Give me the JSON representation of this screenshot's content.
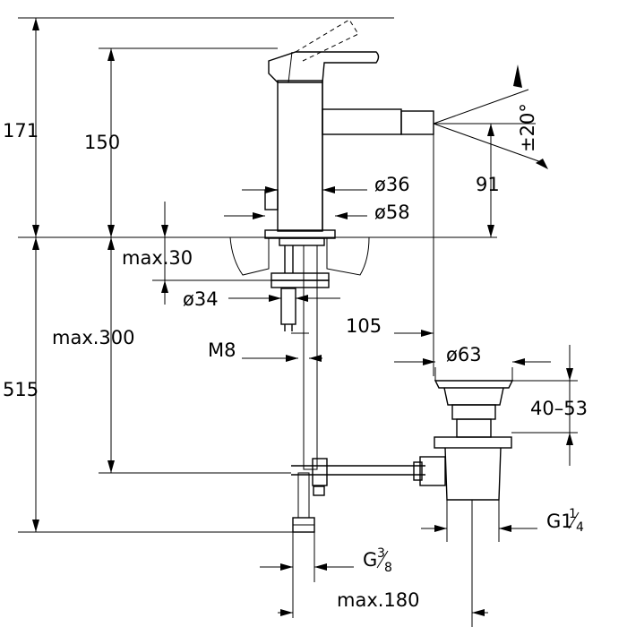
{
  "dimensions": {
    "d171": "171",
    "d150": "150",
    "d91": "91",
    "d36": "ø36",
    "d58": "ø58",
    "angle": "±20°",
    "max30": "max.30",
    "d34": "ø34",
    "d105": "105",
    "max300": "max.300",
    "m8": "M8",
    "d515": "515",
    "d63": "ø63",
    "d4053": "40–53",
    "g114_main": "G1",
    "g114_num": "1",
    "g114_den": "4",
    "g38_main": "G",
    "g38_num": "3",
    "g38_den": "8",
    "max180": "max.180"
  }
}
